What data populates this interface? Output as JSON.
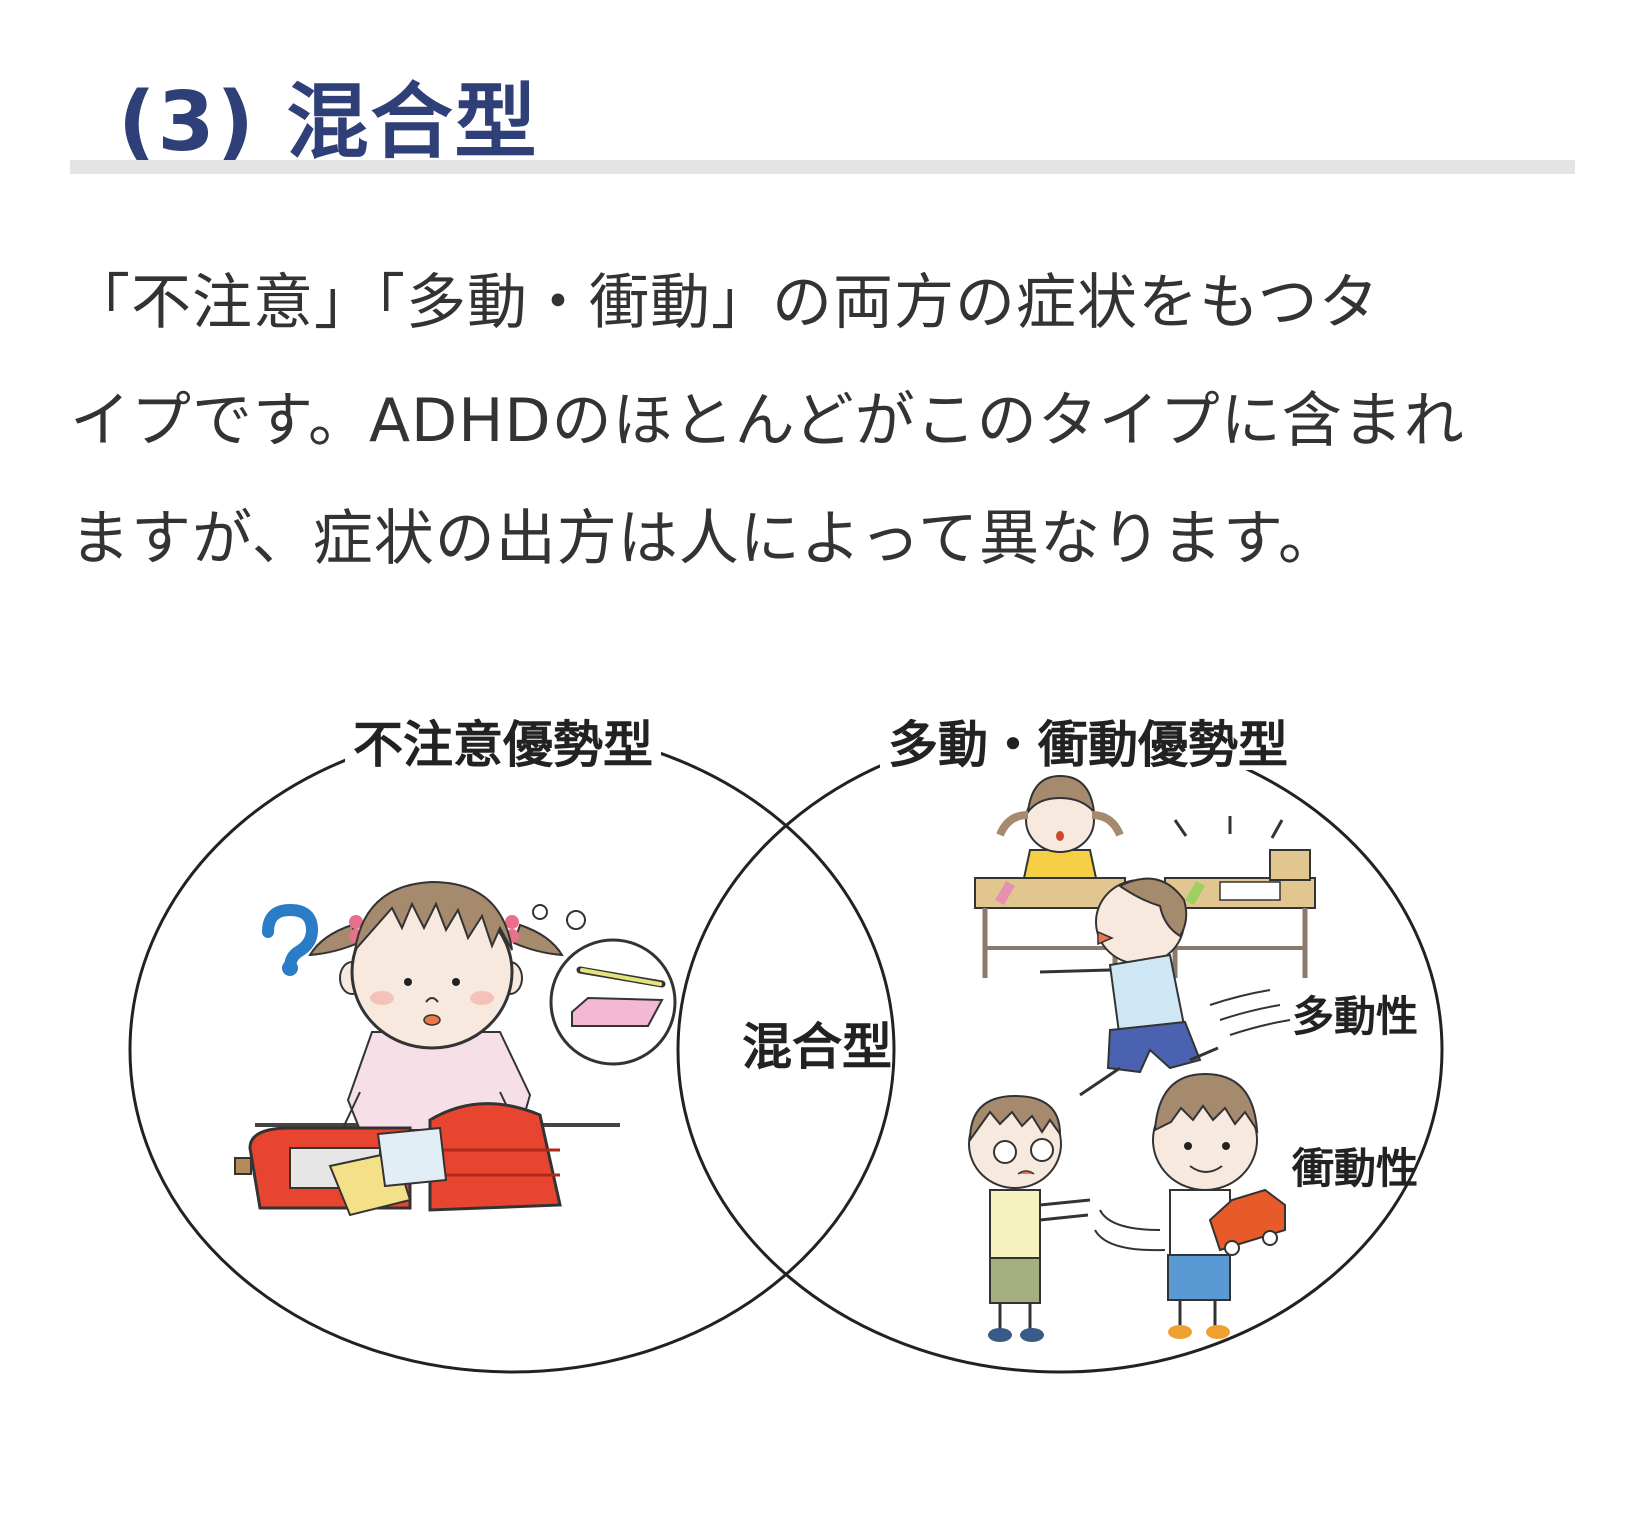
{
  "section": {
    "heading": "(3) 混合型",
    "paragraph_lines": [
      "「不注意」「多動・衝動」の両方の症状をもつタ",
      "イプです。ADHDのほとんどがこのタイプに含まれ",
      "ますが、症状の出方は人によって異なります。"
    ]
  },
  "diagram": {
    "left_circle_title": "不注意優勢型",
    "right_circle_title": "多動・衝動優勢型",
    "overlap_label": "混合型",
    "right_sub_labels": [
      "多動性",
      "衝動性"
    ],
    "illustrations": {
      "left": "girl-confused-packing-school-bag",
      "thought_bubble": "pencil-case-and-pencil",
      "right_top": "boy-running-in-classroom",
      "right_bottom": "boy-grabbing-toy-car"
    }
  },
  "colors": {
    "heading": "#2f3f78",
    "rule": "#e4e4e4",
    "text": "#333333",
    "circle_stroke": "#222222",
    "question_mark": "#2a7cc7"
  }
}
